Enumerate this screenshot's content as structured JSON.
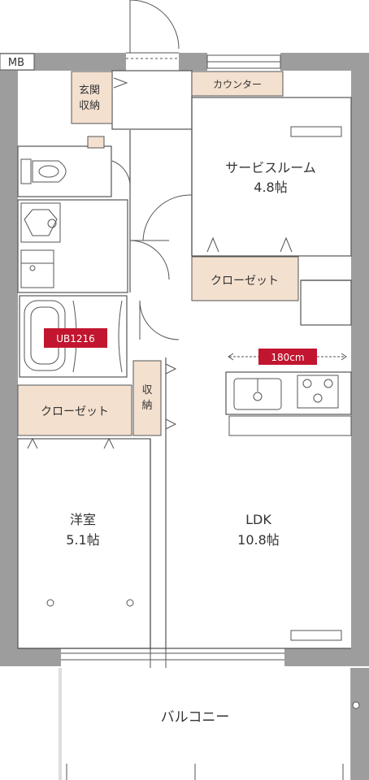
{
  "labels": {
    "mb": "MB",
    "genkan_shuno_1": "玄関",
    "genkan_shuno_2": "収納",
    "counter": "カウンター",
    "service_room": "サービスルーム",
    "service_room_size": "4.8帖",
    "closet_service": "クローゼット",
    "unit_bath": "UB1216",
    "kitchen_width": "180cm",
    "closet_western": "クローゼット",
    "shuno_1": "収",
    "shuno_2": "納",
    "western_room": "洋室",
    "western_room_size": "5.1帖",
    "ldk": "LDK",
    "ldk_size": "10.8帖",
    "balcony": "バルコニー"
  },
  "colors": {
    "wall": "#9d9d9d",
    "storage_fill": "#f4e0cf",
    "badge": "#c2152f",
    "line": "#555555",
    "floor": "#ffffff"
  }
}
